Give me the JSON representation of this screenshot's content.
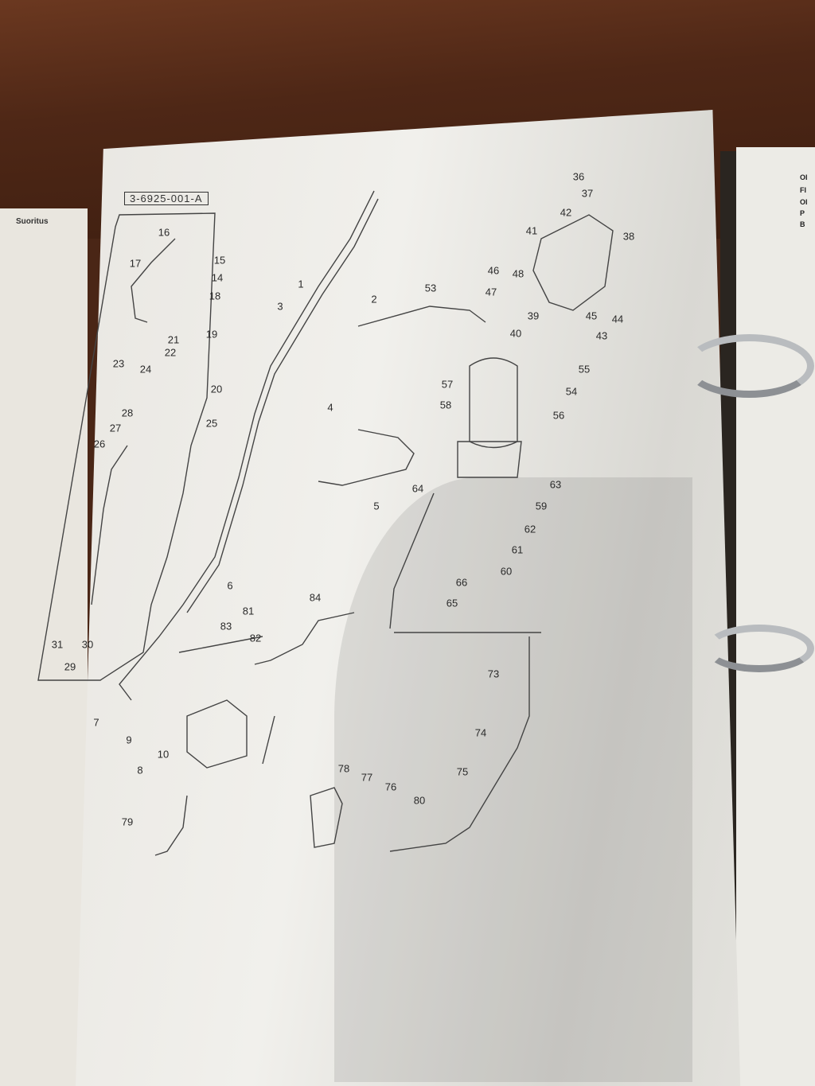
{
  "document": {
    "drawing_code": "3-6925-001-A",
    "left_page_text": "Suoritus",
    "right_page_fragments": [
      "OI",
      "FI",
      "OI",
      "P",
      "B"
    ],
    "labels": {
      "1": "1",
      "2": "2",
      "3": "3",
      "4": "4",
      "5": "5",
      "6": "6",
      "7": "7",
      "8": "8",
      "9": "9",
      "10": "10",
      "14": "14",
      "15": "15",
      "16": "16",
      "17": "17",
      "18": "18",
      "19": "19",
      "20": "20",
      "21": "21",
      "22": "22",
      "23": "23",
      "24": "24",
      "25": "25",
      "26": "26",
      "27": "27",
      "28": "28",
      "29": "29",
      "30": "30",
      "31": "31",
      "36": "36",
      "37": "37",
      "38": "38",
      "39": "39",
      "40": "40",
      "41": "41",
      "42": "42",
      "43": "43",
      "44": "44",
      "45": "45",
      "46": "46",
      "47": "47",
      "48": "48",
      "53": "53",
      "54": "54",
      "55": "55",
      "56": "56",
      "57": "57",
      "58": "58",
      "59": "59",
      "60": "60",
      "61": "61",
      "62": "62",
      "63": "63",
      "64": "64",
      "65": "65",
      "66": "66",
      "73": "73",
      "74": "74",
      "75": "75",
      "76": "76",
      "77": "77",
      "78": "78",
      "79": "79",
      "80": "80",
      "81": "81",
      "82": "82",
      "83": "83",
      "84": "84"
    }
  }
}
